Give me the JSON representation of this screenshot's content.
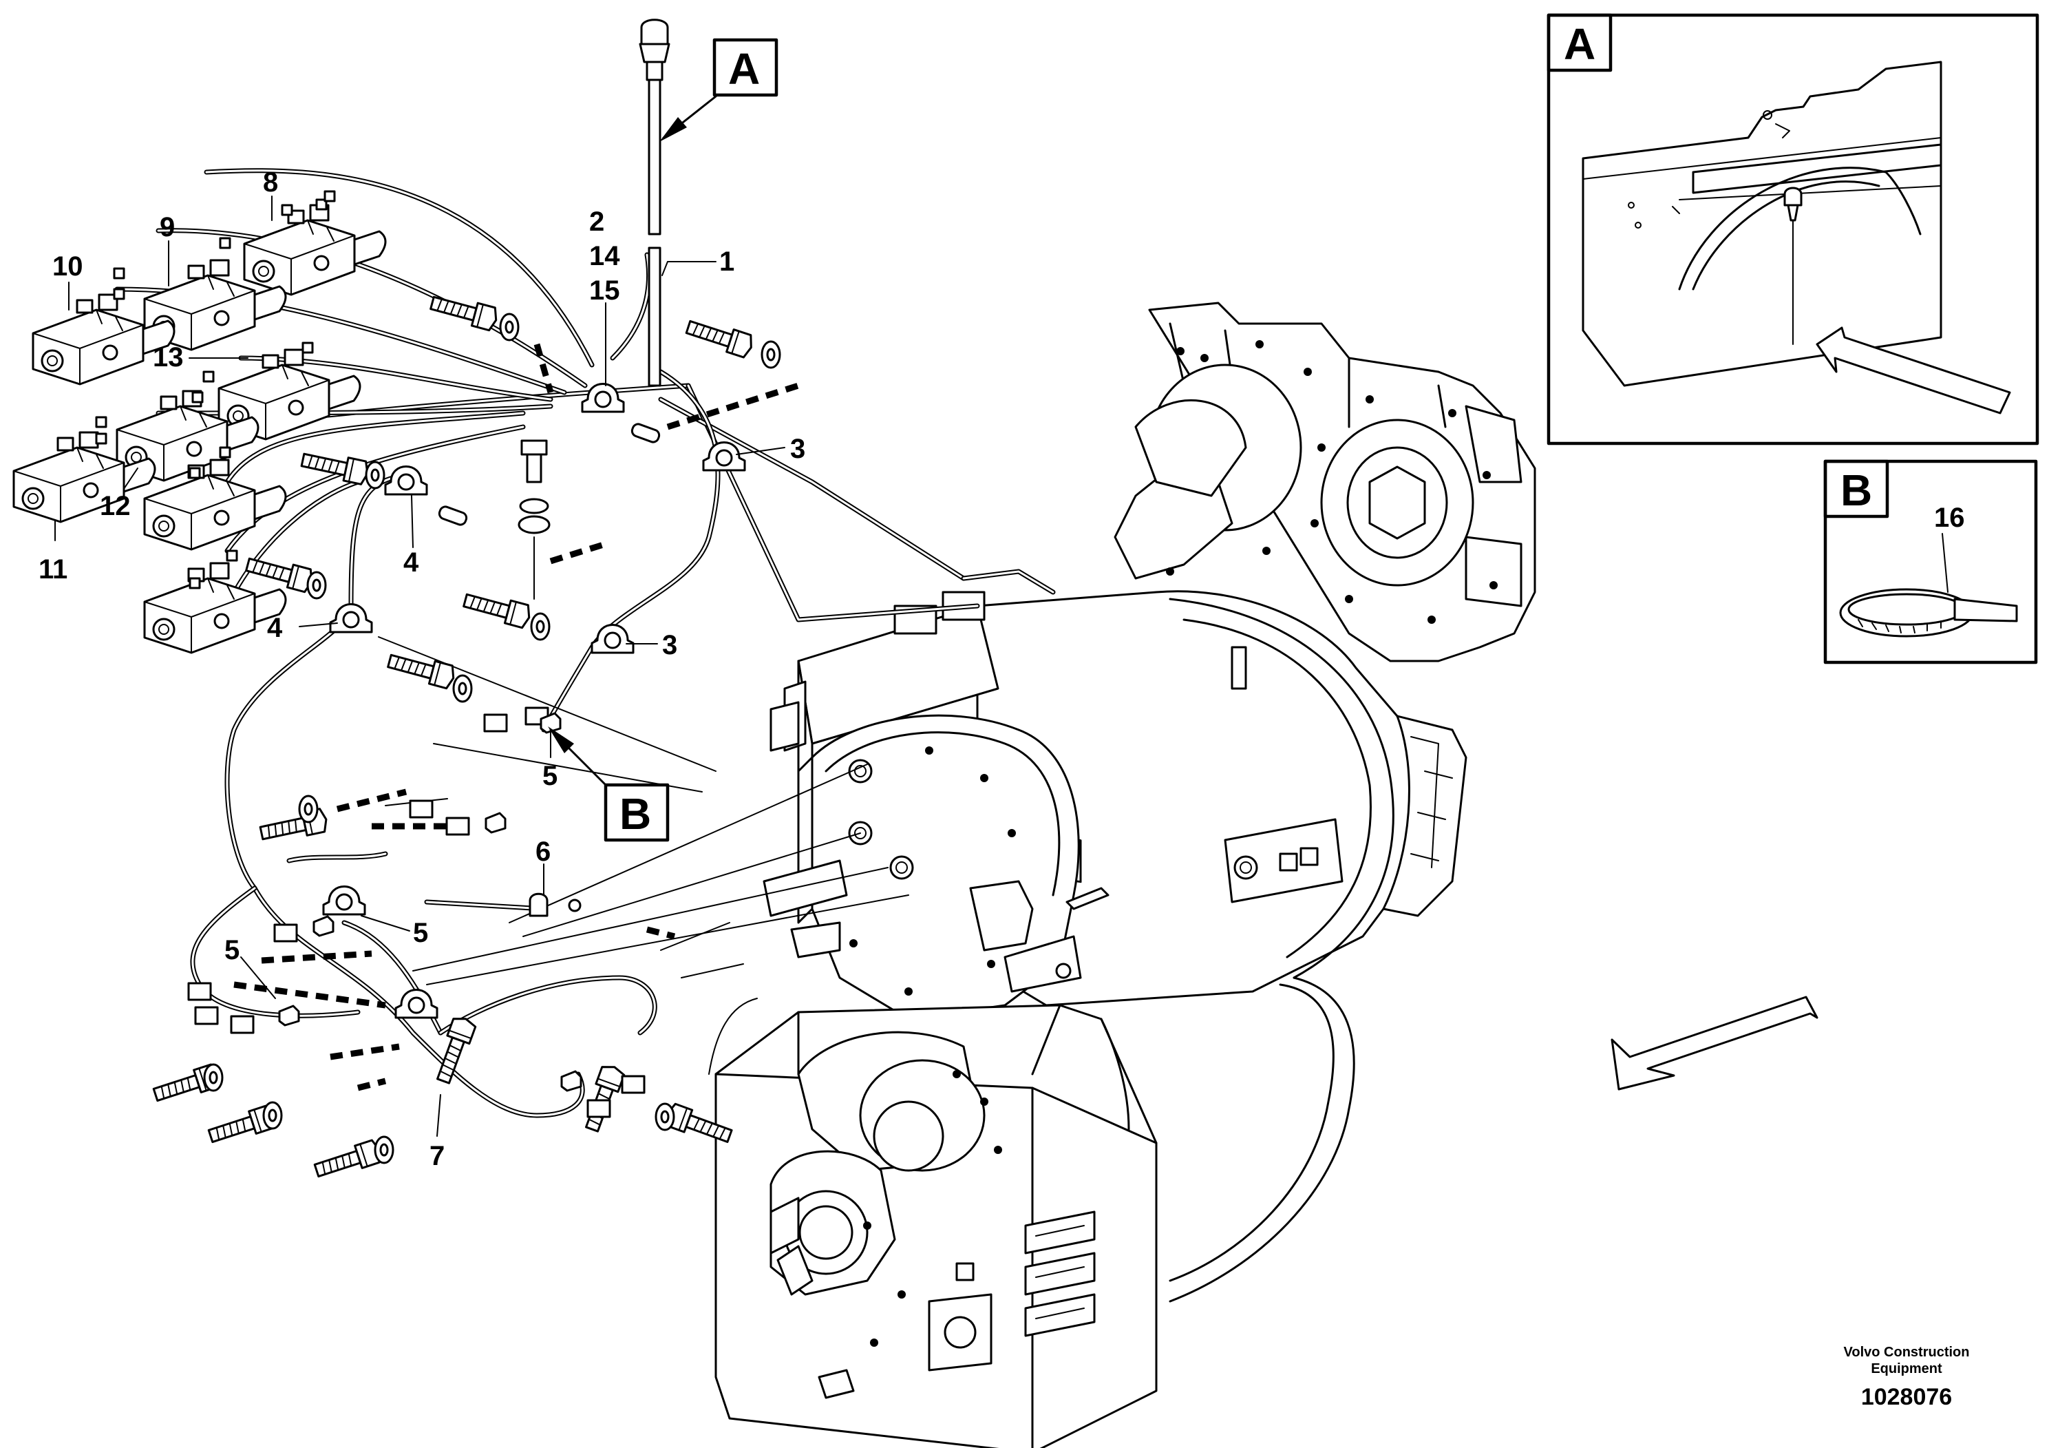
{
  "callouts": [
    "1",
    "2",
    "14",
    "15",
    "3",
    "3",
    "4",
    "4",
    "5",
    "5",
    "5",
    "6",
    "7",
    "8",
    "9",
    "10",
    "11",
    "12",
    "13"
  ],
  "detail_a": {
    "label": "A"
  },
  "detail_b": {
    "label": "B",
    "part": "16"
  },
  "view_markers": {
    "a": "A",
    "b": "B"
  },
  "footer": {
    "brand_line1": "Volvo Construction",
    "brand_line2": "Equipment",
    "doc_number": "1028076"
  },
  "icons": [
    "solenoid-valve-icon",
    "bolt-icon",
    "washer-icon",
    "clamp-icon",
    "connector-icon",
    "cable-tie-icon",
    "direction-arrow-icon",
    "transmission-housing-icon"
  ]
}
